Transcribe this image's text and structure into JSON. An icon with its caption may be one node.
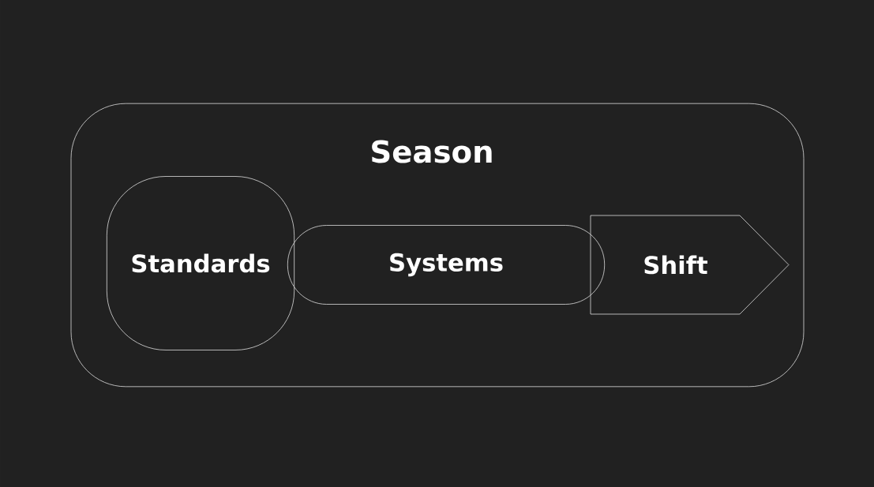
{
  "diagram": {
    "nodes": [
      {
        "text": [
          "Season"
        ]
      },
      {
        "text": [
          "Standards"
        ],
        "in": 0
      },
      {
        "text": [
          "Systems"
        ],
        "in": 0
      },
      {
        "text": [
          "Shift"
        ],
        "in": 0
      }
    ]
  }
}
